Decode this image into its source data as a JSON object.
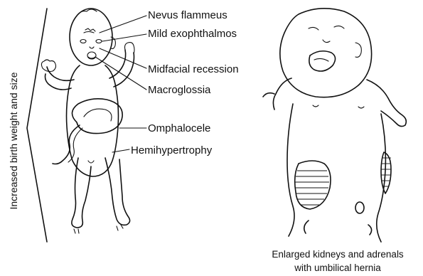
{
  "side_label": "Increased birth weight and size",
  "labels": {
    "nevus": "Nevus flammeus",
    "exophthalmos": "Mild exophthalmos",
    "midfacial": "Midfacial recession",
    "macroglossia": "Macroglossia",
    "omphalocele": "Omphalocele",
    "hemihypertrophy": "Hemihypertrophy"
  },
  "caption": {
    "line1": "Enlarged kidneys and adrenals",
    "line2": "with umbilical hernia"
  }
}
